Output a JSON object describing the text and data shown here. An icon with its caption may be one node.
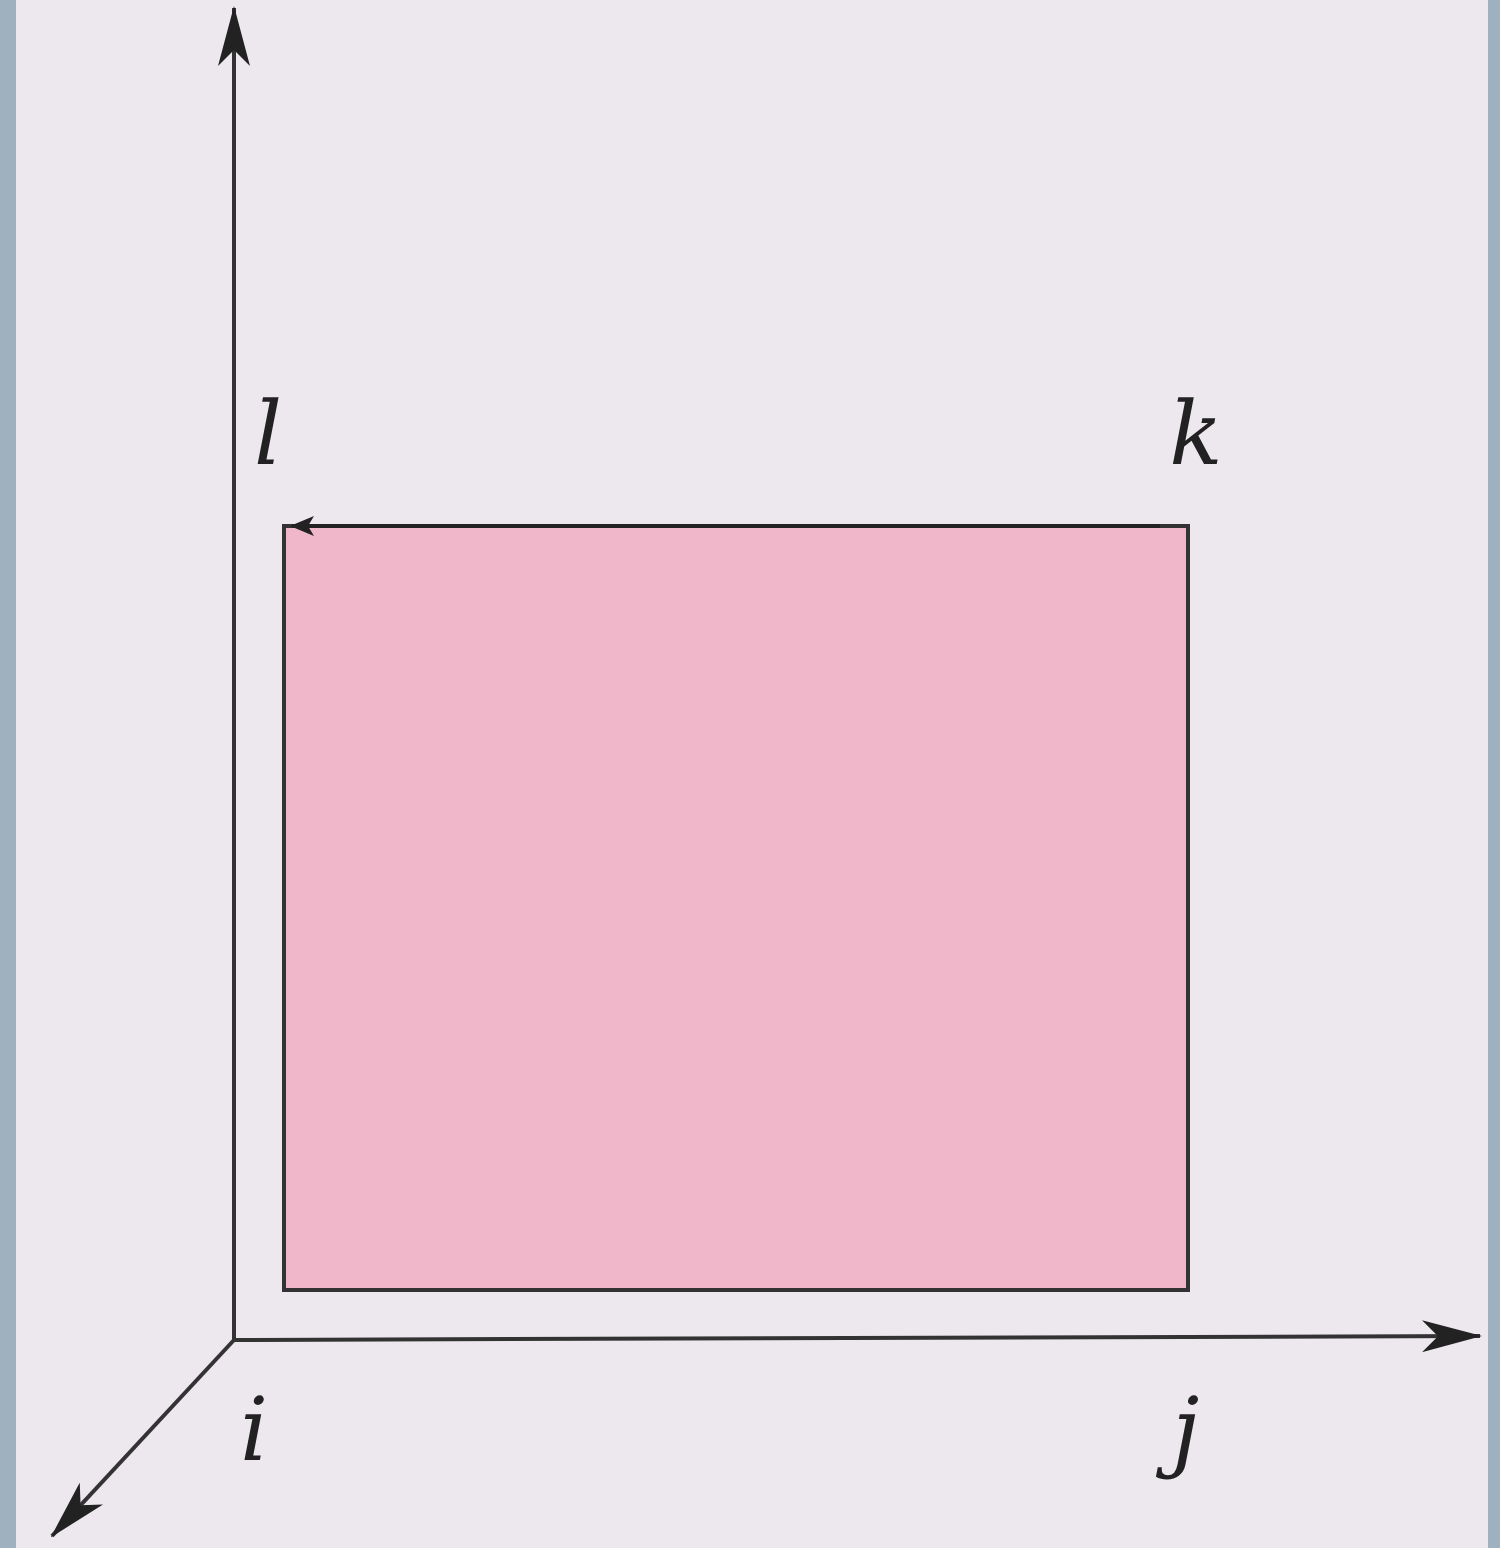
{
  "diagram": {
    "nodes": [
      {
        "text": [
          "l"
        ]
      },
      {
        "text": [
          "k"
        ]
      }
    ],
    "edges": [
      {
        "from": 1,
        "to": 0,
        "arrow": "to"
      }
    ],
    "labels": [
      "i",
      "j"
    ]
  }
}
